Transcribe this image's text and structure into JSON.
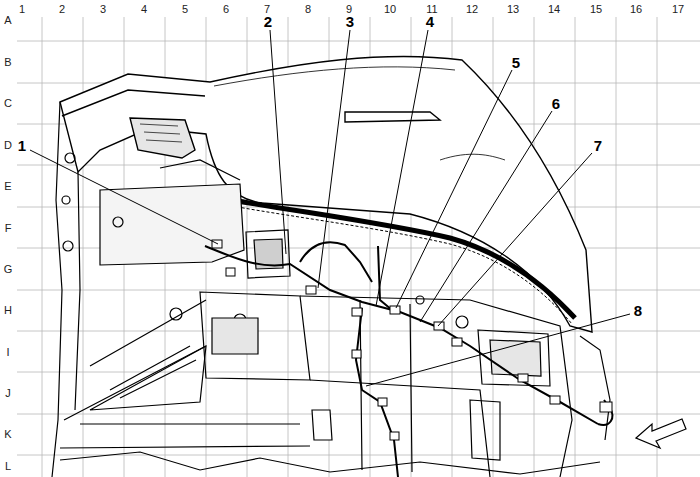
{
  "diagram": {
    "labels": [
      "1",
      "2",
      "3",
      "4",
      "5",
      "6",
      "7",
      "8",
      "9",
      "10",
      "11",
      "12",
      "13",
      "14",
      "15",
      "16",
      "17",
      "A",
      "B",
      "C",
      "D",
      "E",
      "F",
      "G",
      "H",
      "I",
      "J",
      "K",
      "L",
      "1",
      "2",
      "3",
      "4",
      "5",
      "6",
      "7",
      "8"
    ]
  }
}
